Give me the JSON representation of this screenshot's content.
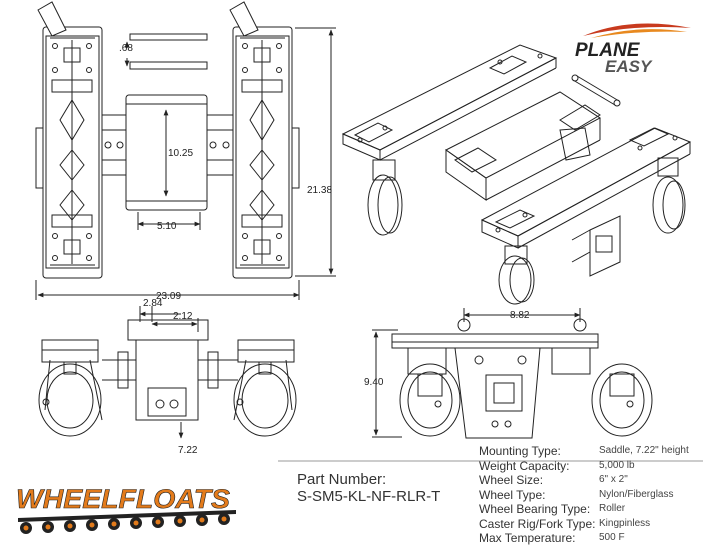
{
  "dimensions": {
    "d068": ".68",
    "d1025": "10.25",
    "d510": "5.10",
    "d2138": "21.38",
    "d2309": "23.09",
    "d284": "2.84",
    "d212": "2.12",
    "d722": "7.22",
    "d882": "8.82",
    "d940": "9.40"
  },
  "part": {
    "label": "Part Number:",
    "number": "S-SM5-KL-NF-RLR-T"
  },
  "specs": [
    {
      "label": "Mounting Type:",
      "value": "Saddle, 7.22\" height"
    },
    {
      "label": "Weight Capacity:",
      "value": "5,000 lb"
    },
    {
      "label": "Wheel Size:",
      "value": "6\" x 2\""
    },
    {
      "label": "Wheel Type:",
      "value": "Nylon/Fiberglass"
    },
    {
      "label": "Wheel Bearing Type:",
      "value": "Roller"
    },
    {
      "label": "Caster Rig/Fork Type:",
      "value": "Kingpinless"
    },
    {
      "label": "Max Temperature:",
      "value": "500 F"
    }
  ],
  "logos": {
    "plane_easy_line1": "PLANE",
    "plane_easy_line2": "EASY",
    "wheelfloats": "WHEELFLOATS"
  },
  "colors": {
    "line": "#222222",
    "plane_easy_red": "#c83a1e",
    "plane_easy_orange": "#e8891f",
    "wheelfloats_orange": "#e37b1b",
    "wheelfloats_dark": "#222222"
  }
}
